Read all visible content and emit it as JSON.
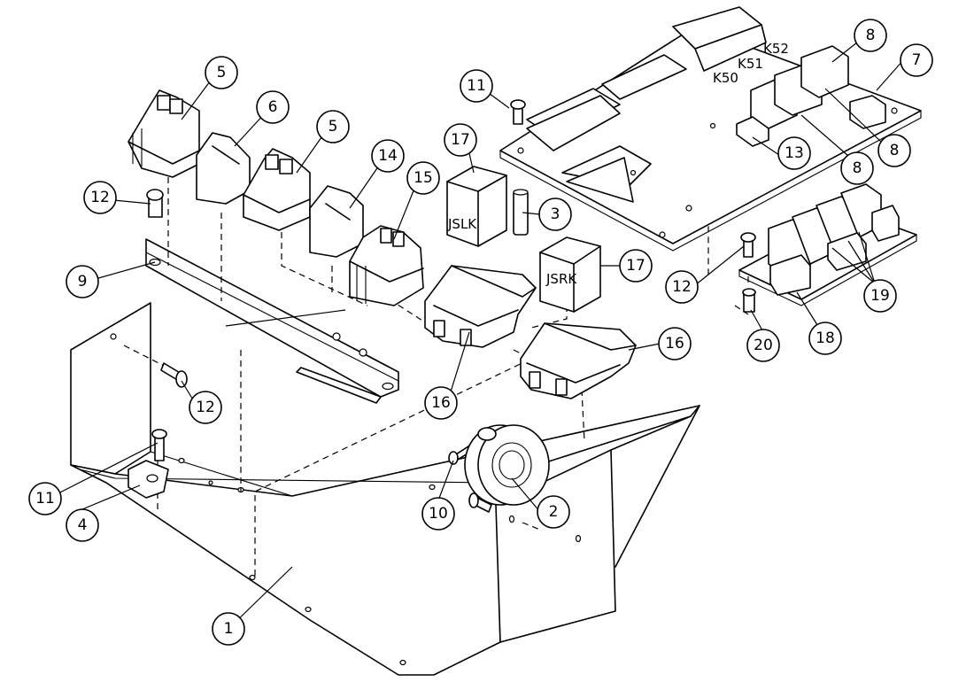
{
  "diagram": {
    "callouts": [
      {
        "id": "c1",
        "text": "1"
      },
      {
        "id": "c2",
        "text": "2"
      },
      {
        "id": "c3",
        "text": "3"
      },
      {
        "id": "c4",
        "text": "4"
      },
      {
        "id": "c5a",
        "text": "5"
      },
      {
        "id": "c5b",
        "text": "5"
      },
      {
        "id": "c6",
        "text": "6"
      },
      {
        "id": "c7",
        "text": "7"
      },
      {
        "id": "c8a",
        "text": "8"
      },
      {
        "id": "c8b",
        "text": "8"
      },
      {
        "id": "c8c",
        "text": "8"
      },
      {
        "id": "c9",
        "text": "9"
      },
      {
        "id": "c10",
        "text": "10"
      },
      {
        "id": "c11a",
        "text": "11"
      },
      {
        "id": "c11b",
        "text": "11"
      },
      {
        "id": "c12a",
        "text": "12"
      },
      {
        "id": "c12b",
        "text": "12"
      },
      {
        "id": "c12c",
        "text": "12"
      },
      {
        "id": "c13",
        "text": "13"
      },
      {
        "id": "c14",
        "text": "14"
      },
      {
        "id": "c15",
        "text": "15"
      },
      {
        "id": "c16a",
        "text": "16"
      },
      {
        "id": "c16b",
        "text": "16"
      },
      {
        "id": "c17a",
        "text": "17"
      },
      {
        "id": "c17b",
        "text": "17"
      },
      {
        "id": "c18",
        "text": "18"
      },
      {
        "id": "c19",
        "text": "19"
      },
      {
        "id": "c20",
        "text": "20"
      }
    ],
    "relay_labels": {
      "jslk": "JSLK",
      "jsrk": "JSRK",
      "k50": "K50",
      "k51": "K51",
      "k52": "K52"
    }
  }
}
